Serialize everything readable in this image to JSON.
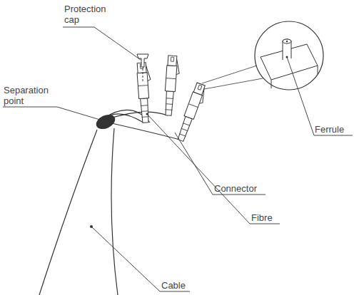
{
  "diagram": {
    "labels": [
      "Protection cap",
      "Ferrule",
      "Separation point",
      "Connector",
      "Fibre",
      "Cable"
    ]
  }
}
